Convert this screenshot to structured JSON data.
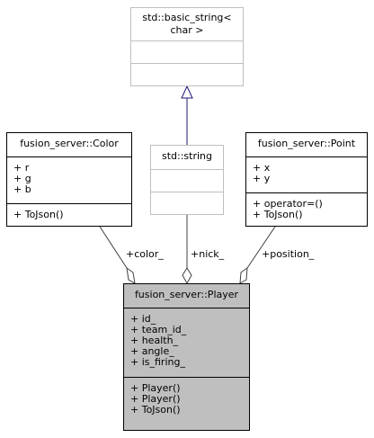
{
  "diagram": {
    "classes": {
      "basic_string": {
        "title_lines": [
          "std::basic_string<",
          "char >"
        ],
        "attributes": [],
        "methods": []
      },
      "string": {
        "title": "std::string",
        "attributes": [],
        "methods": []
      },
      "color": {
        "title": "fusion_server::Color",
        "attributes": [
          "+ r",
          "+ g",
          "+ b"
        ],
        "methods": [
          "+ ToJson()"
        ]
      },
      "point": {
        "title": "fusion_server::Point",
        "attributes": [
          "+ x",
          "+ y"
        ],
        "methods": [
          "+ operator=()",
          "+ ToJson()"
        ]
      },
      "player": {
        "title": "fusion_server::Player",
        "attributes": [
          "+ id_",
          "+ team_id_",
          "+ health_",
          "+ angle_",
          "+ is_firing_"
        ],
        "methods": [
          "+ Player()",
          "+ Player()",
          "+ ToJson()"
        ]
      }
    },
    "edges": {
      "color_label": "+color_",
      "nick_label": "+nick_",
      "position_label": "+position_"
    },
    "colors": {
      "inheritance_arrow": "#191970",
      "composition_edge": "#404040",
      "focus_fill": "#bfbfbf",
      "external_border": "#bfbfbf"
    }
  }
}
